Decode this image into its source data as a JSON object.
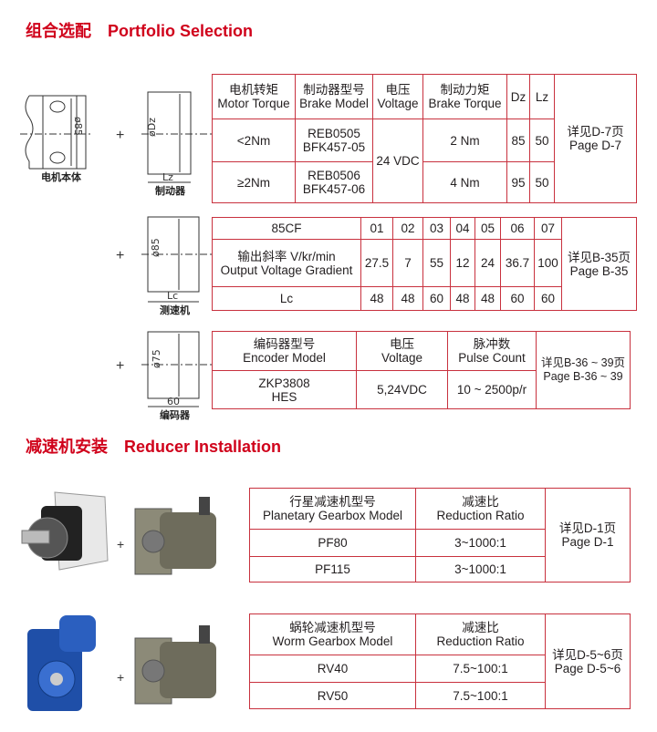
{
  "section1": {
    "title_cn": "组合选配",
    "title_en": "Portfolio Selection"
  },
  "diagrams": {
    "motor_label": "电机本体",
    "motor_dim": "ø85",
    "brake_label": "制动器",
    "brake_dia": "øDz",
    "brake_len": "Lz",
    "tacho_label": "测速机",
    "tacho_dia": "ø85",
    "tacho_len": "Lc",
    "encoder_label": "编码器",
    "encoder_dia": "ø75",
    "encoder_len": "60",
    "plus": "+"
  },
  "brake_table": {
    "headers": [
      {
        "cn": "电机转矩",
        "en": "Motor Torque"
      },
      {
        "cn": "制动器型号",
        "en": "Brake Model"
      },
      {
        "cn": "电压",
        "en": "Voltage"
      },
      {
        "cn": "制动力矩",
        "en": "Brake Torque"
      },
      {
        "en": "Dz"
      },
      {
        "en": "Lz"
      }
    ],
    "rows": [
      {
        "torque": "<2Nm",
        "model1": "REB0505",
        "model2": "BFK457-05",
        "brake_torque": "2 Nm",
        "dz": "85",
        "lz": "50"
      },
      {
        "torque": "≥2Nm",
        "model1": "REB0506",
        "model2": "BFK457-06",
        "brake_torque": "4 Nm",
        "dz": "95",
        "lz": "50"
      }
    ],
    "voltage": "24 VDC",
    "ref_cn": "详见D-7页",
    "ref_en": "Page D-7"
  },
  "tacho_table": {
    "model": "85CF",
    "codes": [
      "01",
      "02",
      "03",
      "04",
      "05",
      "06",
      "07"
    ],
    "gradient_cn": "输出斜率  V/kr/min",
    "gradient_en": "Output Voltage Gradient",
    "gradients": [
      "27.5",
      "7",
      "55",
      "12",
      "24",
      "36.7",
      "100"
    ],
    "lc_label": "Lc",
    "lc": [
      "48",
      "48",
      "60",
      "48",
      "48",
      "60",
      "60"
    ],
    "ref_cn": "详见B-35页",
    "ref_en": "Page B-35"
  },
  "encoder_table": {
    "headers": [
      {
        "cn": "编码器型号",
        "en": "Encoder Model"
      },
      {
        "cn": "电压",
        "en": "Voltage"
      },
      {
        "cn": "脉冲数",
        "en": "Pulse Count"
      }
    ],
    "model1": "ZKP3808",
    "model2": "HES",
    "voltage": "5,24VDC",
    "pulse": "10 ~ 2500p/r",
    "ref_cn": "详见B-36 ~ 39页",
    "ref_en": "Page B-36 ~ 39"
  },
  "section2": {
    "title_cn": "减速机安装",
    "title_en": "Reducer Installation"
  },
  "planetary_table": {
    "h1_cn": "行星减速机型号",
    "h1_en": "Planetary Gearbox Model",
    "h2_cn": "减速比",
    "h2_en": "Reduction Ratio",
    "rows": [
      {
        "model": "PF80",
        "ratio": "3~1000:1"
      },
      {
        "model": "PF115",
        "ratio": "3~1000:1"
      }
    ],
    "ref_cn": "详见D-1页",
    "ref_en": "Page D-1"
  },
  "worm_table": {
    "h1_cn": "蜗轮减速机型号",
    "h1_en": "Worm Gearbox Model",
    "h2_cn": "减速比",
    "h2_en": "Reduction Ratio",
    "rows": [
      {
        "model": "RV40",
        "ratio": "7.5~100:1"
      },
      {
        "model": "RV50",
        "ratio": "7.5~100:1"
      }
    ],
    "ref_cn": "详见D-5~6页",
    "ref_en": "Page D-5~6"
  }
}
